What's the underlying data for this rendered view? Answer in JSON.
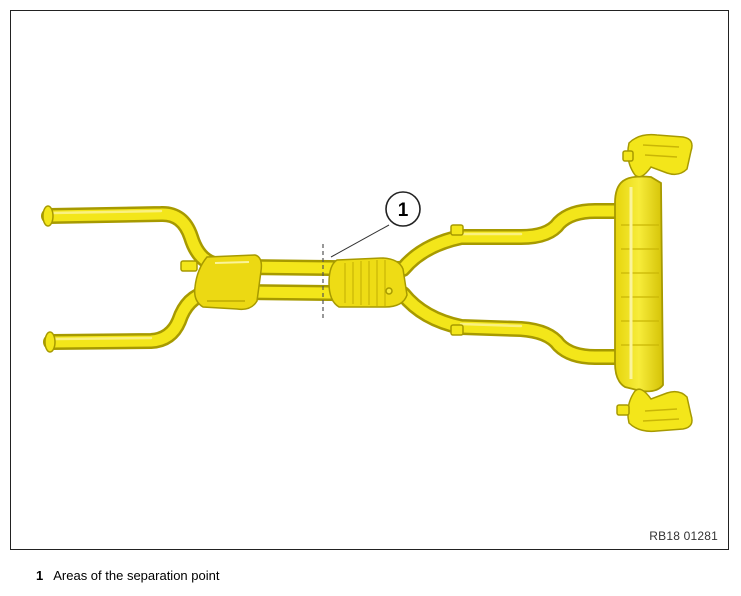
{
  "figure": {
    "reference_code": "RB18 01281",
    "callout": {
      "number": "1"
    },
    "colors": {
      "pipe": "#f3e61a",
      "pipe_edge": "#a79a00",
      "pipe_shade": "#d9c70a"
    }
  },
  "legend": [
    {
      "number": "1",
      "text": "Areas of the separation point"
    }
  ]
}
